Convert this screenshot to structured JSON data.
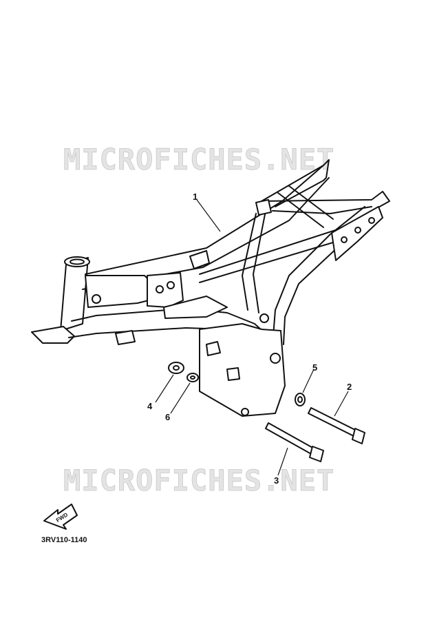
{
  "watermark_text": "MICROFICHES.NET",
  "diagram_code": "3RV110-1140",
  "fwd_label": "FWD",
  "callouts": [
    {
      "id": "1",
      "part": "frame"
    },
    {
      "id": "2",
      "part": "long-bolt"
    },
    {
      "id": "3",
      "part": "bolt"
    },
    {
      "id": "4",
      "part": "nut"
    },
    {
      "id": "5",
      "part": "washer"
    },
    {
      "id": "6",
      "part": "washer"
    }
  ],
  "colors": {
    "ink": "#111111",
    "watermark": "#c8c8c8"
  }
}
